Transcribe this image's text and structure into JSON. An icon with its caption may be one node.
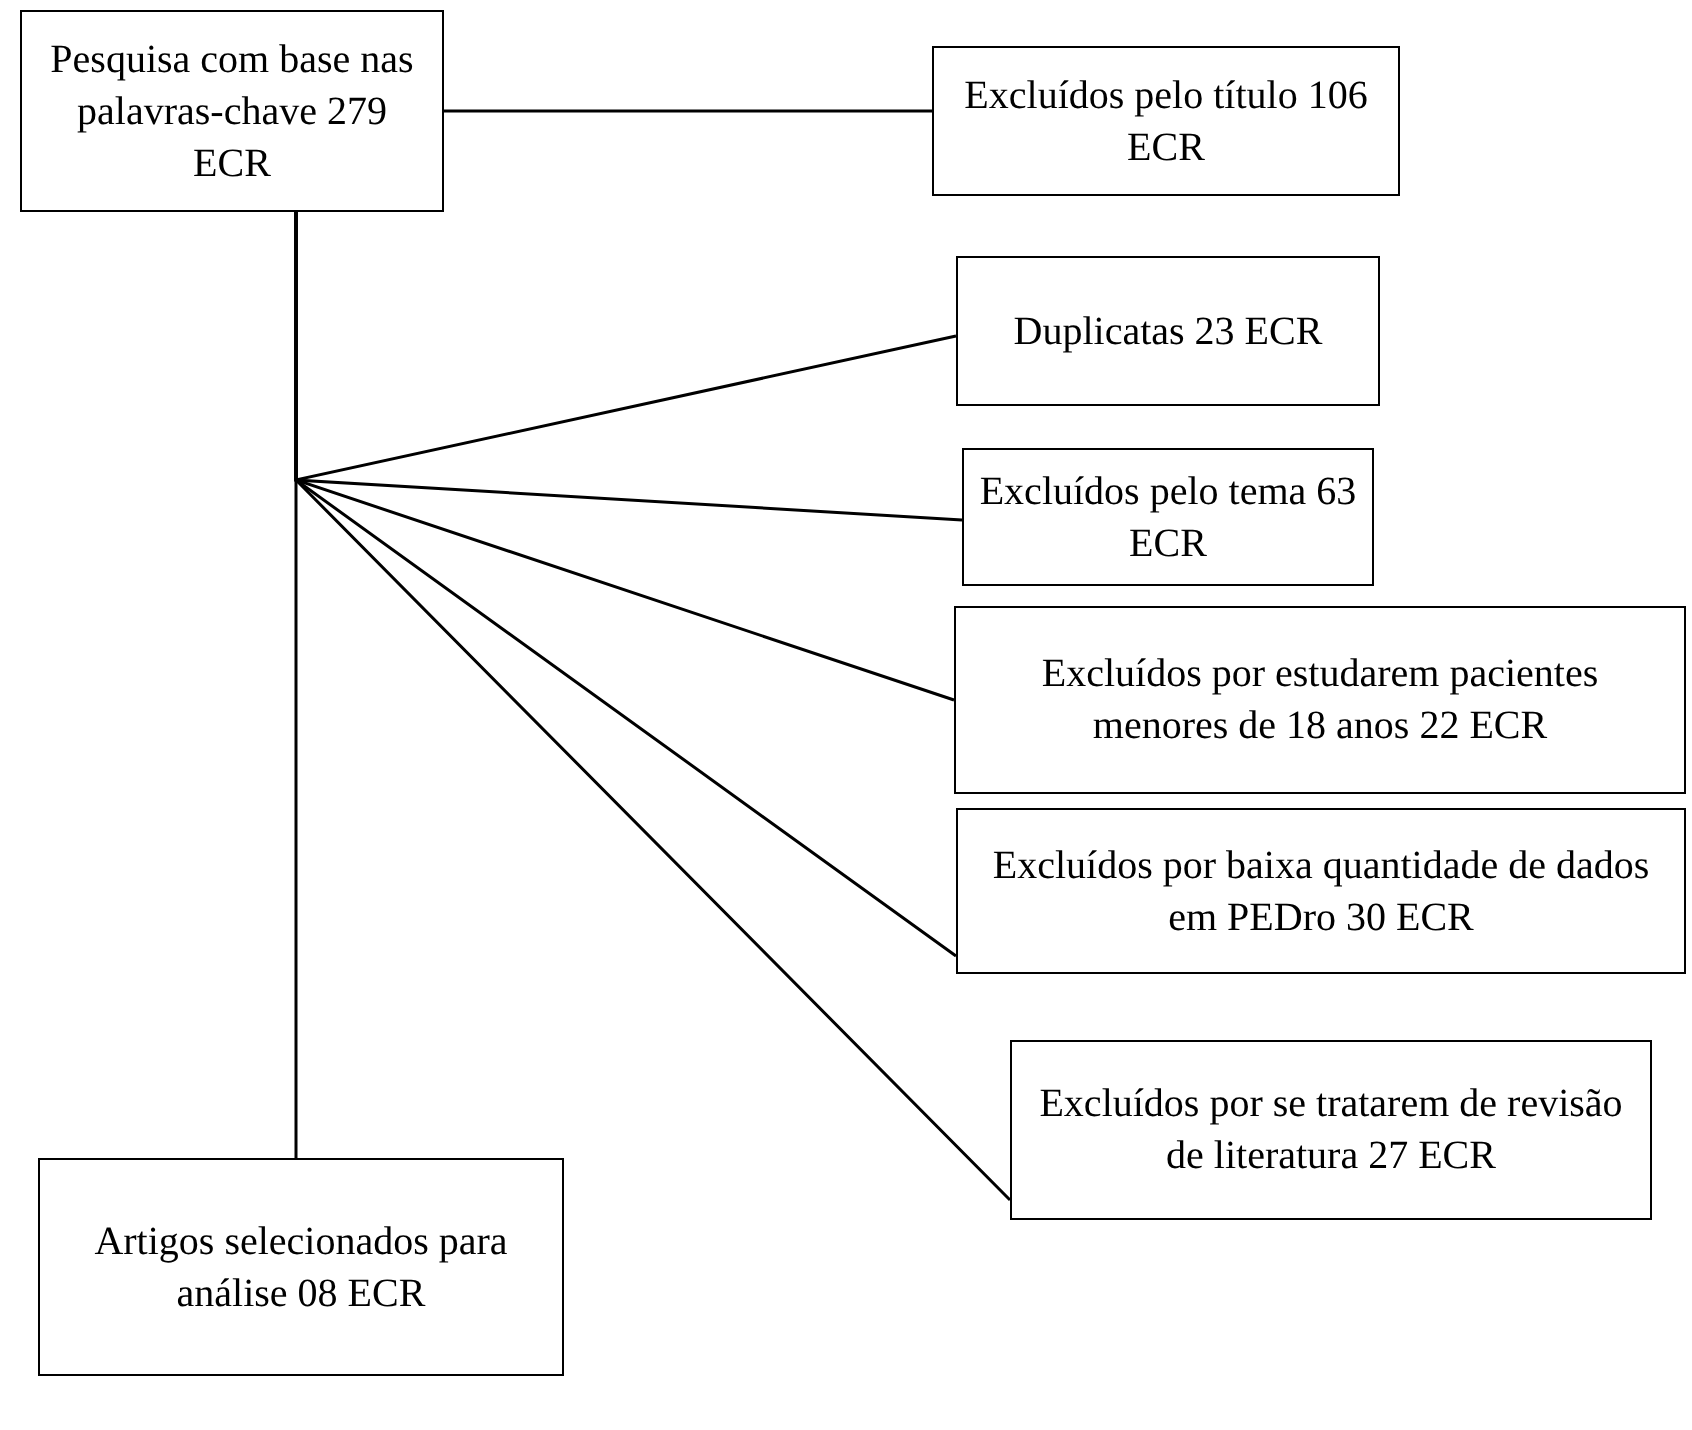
{
  "diagram": {
    "nodes": [
      {
        "text": [
          "Pesquisa com base nas palavras-chave 279 ECR"
        ]
      },
      {
        "text": [
          "Excluídos pelo título 106 ECR"
        ]
      },
      {
        "text": [
          "Duplicatas 23 ECR"
        ]
      },
      {
        "text": [
          "Excluídos pelo tema 63 ECR"
        ]
      },
      {
        "text": [
          "Excluídos por estudarem pacientes menores de 18 anos 22 ECR"
        ]
      },
      {
        "text": [
          "Excluídos por baixa quantidade de dados em PEDro 30 ECR"
        ]
      },
      {
        "text": [
          "Excluídos por se tratarem de revisão de literatura 27 ECR"
        ]
      },
      {
        "text": [
          "Artigos selecionados para análise 08 ECR"
        ]
      }
    ],
    "edges": [
      {
        "from": 0,
        "to": 1,
        "arrow": "none"
      },
      {
        "from": 0,
        "to": 2,
        "arrow": "none"
      },
      {
        "from": 0,
        "to": 3,
        "arrow": "none"
      },
      {
        "from": 0,
        "to": 4,
        "arrow": "none"
      },
      {
        "from": 0,
        "to": 5,
        "arrow": "none"
      },
      {
        "from": 0,
        "to": 6,
        "arrow": "none"
      },
      {
        "from": 0,
        "to": 7,
        "arrow": "none"
      }
    ]
  }
}
